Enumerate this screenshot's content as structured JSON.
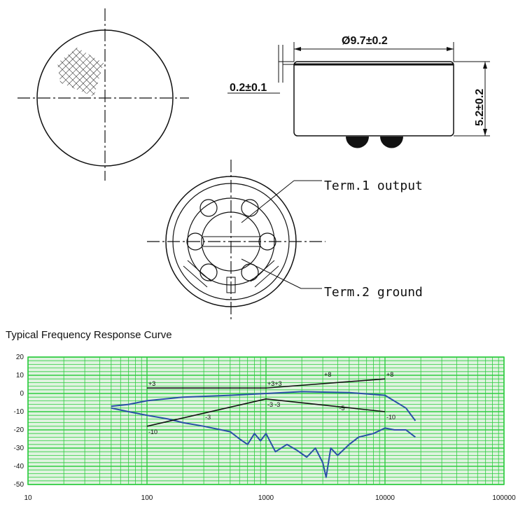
{
  "drawing": {
    "dim_diameter": "Ø9.7±0.2",
    "dim_thickness": "0.2±0.1",
    "dim_height": "5.2±0.2",
    "term1_label": "Term.1 output",
    "term2_label": "Term.2 ground"
  },
  "chart_title": "Typical Frequency Response Curve",
  "chart_data": {
    "type": "line",
    "title": "Typical Frequency Response Curve",
    "x_scale": "log",
    "xlim": [
      10,
      100000
    ],
    "ylim": [
      -50,
      20
    ],
    "x_ticks": [
      "10",
      "100",
      "1000",
      "10000",
      "100000"
    ],
    "y_ticks": [
      "20",
      "10",
      "0",
      "-10",
      "-20",
      "-30",
      "-40",
      "-50"
    ],
    "grid": true,
    "colors": {
      "grid": "#2ecc40",
      "background": "#dff3df",
      "response": "#2a4fa8",
      "limits": "#111111"
    },
    "series": [
      {
        "x": [
          50,
          70,
          100,
          200,
          500,
          1000,
          2000,
          5000,
          10000,
          15000,
          18000
        ],
        "y": [
          -7,
          -6,
          -4,
          -2,
          -1,
          0,
          1,
          0.5,
          -1,
          -8,
          -15
        ]
      },
      {
        "x": [
          50,
          70,
          100,
          150,
          200,
          300,
          500,
          600,
          700,
          800,
          900,
          1000,
          1200,
          1500,
          1800,
          2200,
          2600,
          3000,
          3200,
          3500,
          4000,
          5000,
          6000,
          8000,
          10000,
          12000,
          15000,
          18000
        ],
        "y": [
          -8,
          -10,
          -12,
          -14,
          -16,
          -18,
          -21,
          -25,
          -28,
          -22,
          -26,
          -22,
          -32,
          -28,
          -31,
          -35,
          -30,
          -38,
          -46,
          -30,
          -34,
          -28,
          -24,
          -22,
          -19,
          -20,
          -20,
          -24
        ]
      },
      {
        "x": [
          100,
          1000,
          10000
        ],
        "y": [
          3,
          3,
          8
        ]
      },
      {
        "x": [
          100,
          1000,
          10000
        ],
        "y": [
          -18,
          -3,
          -10
        ]
      }
    ],
    "annotations": [
      {
        "text": "+3",
        "x": 100,
        "y": 3
      },
      {
        "text": "+3",
        "x": 1000,
        "y": 3
      },
      {
        "text": "+3",
        "x": 1150,
        "y": 3
      },
      {
        "text": "+8",
        "x": 3000,
        "y": 8
      },
      {
        "text": "+8",
        "x": 10000,
        "y": 8
      },
      {
        "text": "-10",
        "x": 100,
        "y": -18
      },
      {
        "text": "-3",
        "x": 1000,
        "y": -3
      },
      {
        "text": "-3",
        "x": 1150,
        "y": -3
      },
      {
        "text": "-5",
        "x": 4000,
        "y": -5
      },
      {
        "text": "-10",
        "x": 10000,
        "y": -10
      },
      {
        "text": "-3",
        "x": 300,
        "y": -10
      }
    ]
  }
}
